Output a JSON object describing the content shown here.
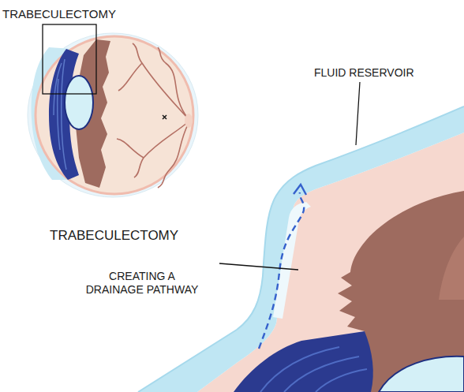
{
  "diagram": {
    "labels": [
      "TRABECULECTOMY",
      "FLUID RESERVOIR",
      "TRABECULECTOMY",
      "CREATING A DRAINAGE PATHWAY"
    ]
  }
}
